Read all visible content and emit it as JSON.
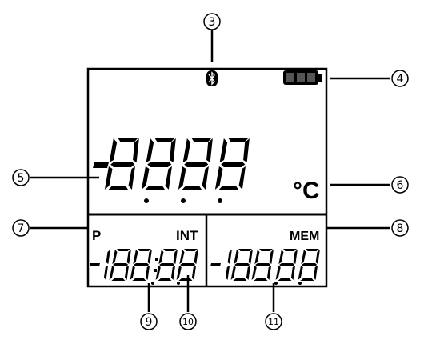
{
  "callouts": {
    "c3": "3",
    "c4": "4",
    "c5": "5",
    "c6": "6",
    "c7": "7",
    "c8": "8",
    "c9": "9",
    "c10": "10",
    "c11": "11"
  },
  "display": {
    "unit": "°C",
    "label_p": "P",
    "label_int": "INT",
    "label_mem": "MEM",
    "bluetooth_icon": "bluetooth-icon",
    "battery_icon": "battery-icon"
  },
  "colors": {
    "ink": "#000000",
    "background": "#ffffff"
  }
}
